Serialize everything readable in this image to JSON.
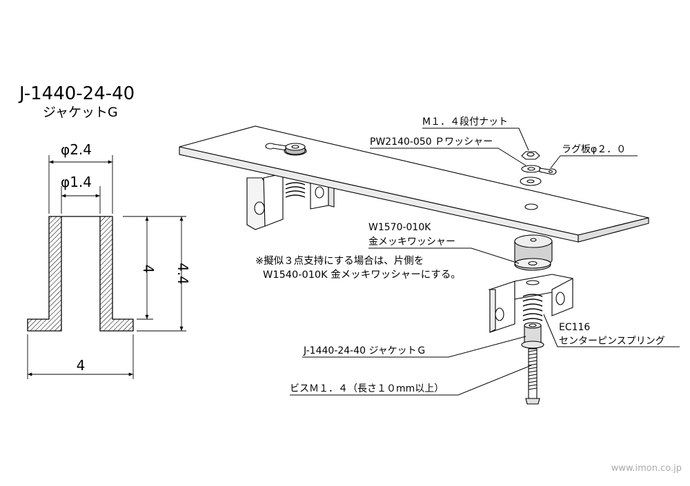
{
  "part": {
    "number": "J-1440-24-40",
    "name": "ジャケットG"
  },
  "dimensions": {
    "outer_diameter": "φ2.4",
    "inner_diameter": "φ1.4",
    "body_height": "4",
    "total_height": "4.4",
    "flange_width": "4"
  },
  "callouts": {
    "nut": "M１．４段付ナット",
    "p_washer": "PW2140-050 Ｐワッシャー",
    "lug_plate": "ラグ板φ２．０",
    "gold_washer_code": "W1570-010K",
    "gold_washer_name": "金メッキワッシャー",
    "spring_code": "EC116",
    "spring_name": "センターピンスプリング",
    "jacket": "J-1440-24-40 ジャケットＧ",
    "screw": "ビスＭ１．４（長さ１０mm以上）"
  },
  "note": {
    "line1": "※擬似３点支持にする場合は、片側を",
    "line2": "W1540-010K 金メッキワッシャーにする。"
  },
  "footer": {
    "url": "www.imon.co.jp"
  }
}
